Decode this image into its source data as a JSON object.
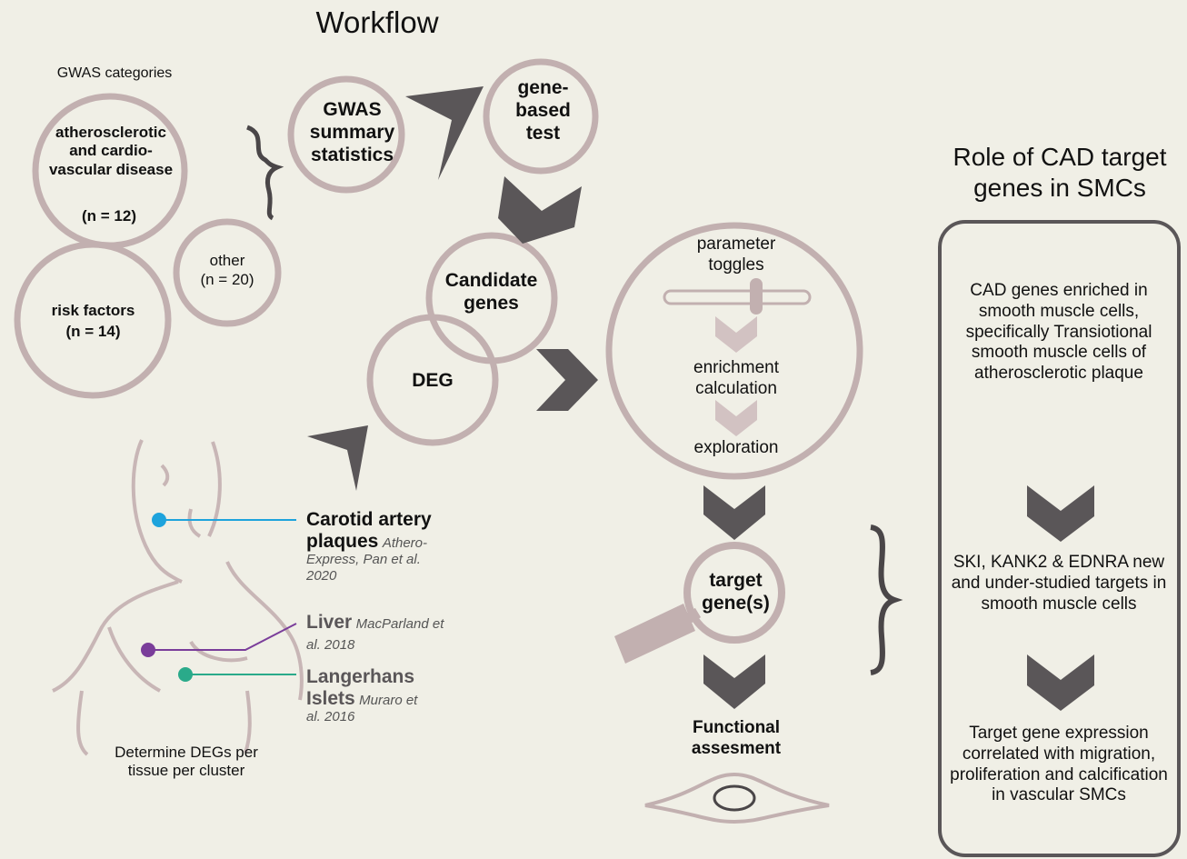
{
  "title": "Workflow",
  "gwas": {
    "heading": "GWAS categories",
    "athero": {
      "label": "atherosclerotic and cardio-vascular disease",
      "n": "(n = 12)"
    },
    "other": {
      "label": "other",
      "n": "(n = 20)"
    },
    "risk": {
      "label": "risk factors",
      "n": "(n = 14)"
    }
  },
  "steps": {
    "summary_stats": "GWAS summary statistics",
    "gene_test": "gene-based test",
    "candidate": "Candidate genes",
    "deg": "DEG",
    "parameter": "parameter toggles",
    "enrichment": "enrichment calculation",
    "exploration": "exploration",
    "target": "target gene(s)",
    "functional": "Functional assesment"
  },
  "tissues": [
    {
      "name": "Carotid artery plaques",
      "cite": "Athero-Express, Pan et al. 2020",
      "color": "#1ea3dc"
    },
    {
      "name": "Liver",
      "cite": "MacParland et al. 2018",
      "color": "#7a3d9a"
    },
    {
      "name": "Langerhans Islets",
      "cite": "Muraro et al. 2016",
      "color": "#2aaa8a"
    }
  ],
  "body_caption": "Determine DEGs per tissue per cluster",
  "role": {
    "title": "Role of CAD target genes in SMCs",
    "finding1": "CAD genes enriched in smooth muscle cells, specifically Transiotional smooth muscle cells of atherosclerotic plaque",
    "finding2": "SKI, KANK2 & EDNRA new and under-studied targets in smooth muscle cells",
    "finding3": "Target gene expression correlated with migration, proliferation and calcification in vascular SMCs"
  },
  "colors": {
    "background": "#f0efe6",
    "circle": "#c2b0b0",
    "arrow": "#5a5658",
    "text": "#111111"
  }
}
